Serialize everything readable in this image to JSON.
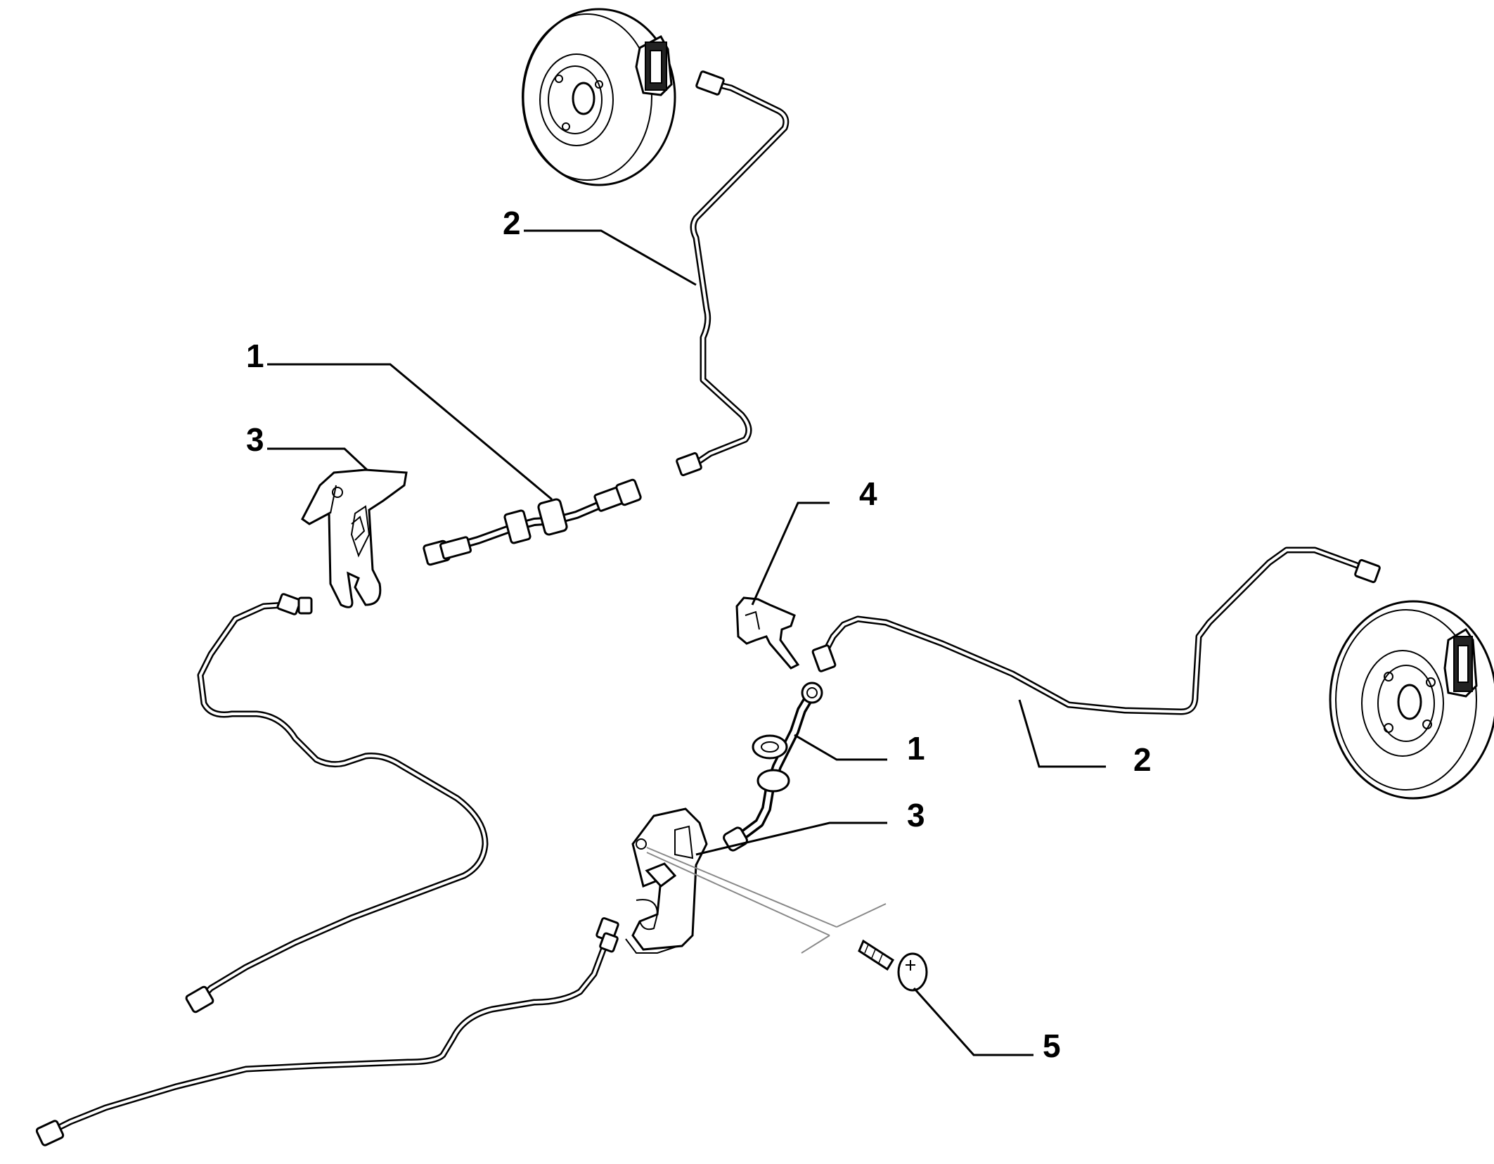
{
  "callouts": {
    "label_1_upper": "1",
    "label_1_lower": "1",
    "label_2_upper": "2",
    "label_2_lower": "2",
    "label_3_upper": "3",
    "label_3_lower": "3",
    "label_4": "4",
    "label_5": "5"
  }
}
